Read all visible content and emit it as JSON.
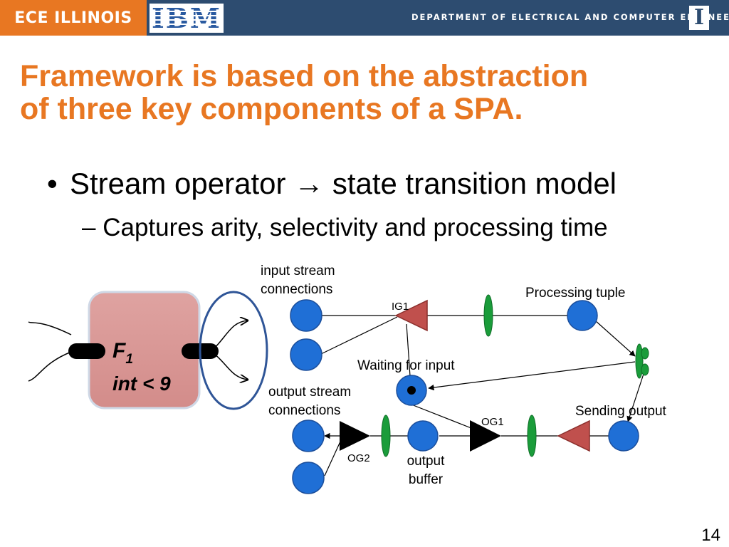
{
  "header": {
    "ece_text": "ECE ILLINOIS",
    "ibm_text": "IBM",
    "department": "DEPARTMENT OF ELECTRICAL AND COMPUTER ENGINEERING",
    "illinois_mark": "I",
    "bar_color": "#2d4c70",
    "accent_color": "#e87722"
  },
  "slide": {
    "title_line1": "Framework is based on the abstraction",
    "title_line2": "of three key components of a SPA.",
    "bullet1": "Stream operator → state transition model",
    "bullet1_marker": "•",
    "bullet2": "Captures arity, selectivity and processing time",
    "bullet2_marker": "–",
    "page_number": "14"
  },
  "operator_box": {
    "name": "F",
    "subscript": "1",
    "predicate": "int < 9",
    "fill_color": "#d99694"
  },
  "diagram": {
    "labels": {
      "input_connections_1": "input stream",
      "input_connections_2": "connections",
      "ig1": "IG1",
      "processing_tuple": "Processing tuple",
      "waiting_for_input": "Waiting for input",
      "output_connections_1": "output stream",
      "output_connections_2": "connections",
      "og1": "OG1",
      "og2": "OG2",
      "sending_output": "Sending output",
      "output_buffer_1": "output",
      "output_buffer_2": "buffer"
    },
    "colors": {
      "place": "#1f6fd6",
      "transition_red": "#c0504d",
      "transition_black": "#000000",
      "token_green": "#1a9c3a"
    }
  }
}
